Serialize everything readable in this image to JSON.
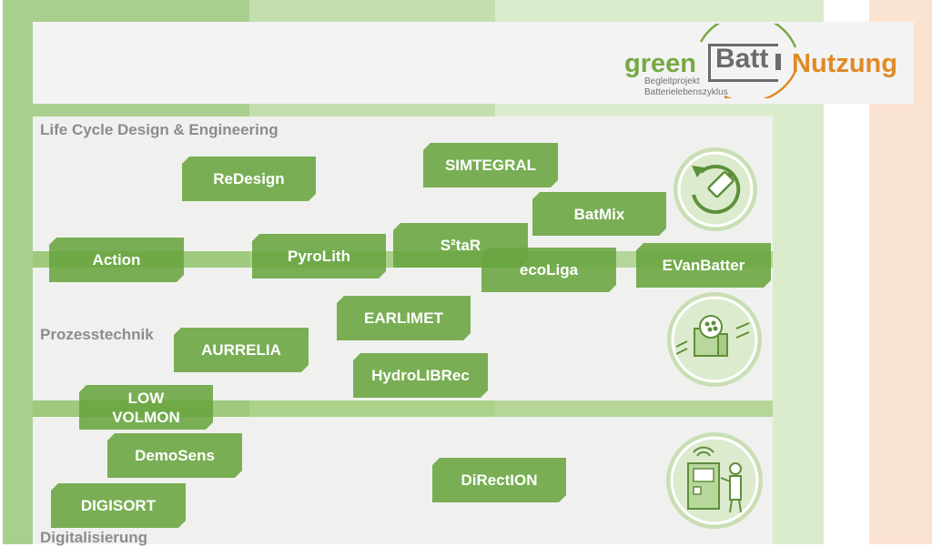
{
  "logo": {
    "word_green": "green",
    "word_batt": "Batt",
    "word_nutzung": "Nutzung",
    "subtitle_line1": "Begleitprojekt",
    "subtitle_line2": "Batterielebenszyklus"
  },
  "sections": {
    "lifecycle": "Life Cycle Design & Engineering",
    "process": "Prozesstechnik",
    "digital": "Digitalisierung"
  },
  "projects": {
    "redesign": "ReDesign",
    "simtegral": "SIMTEGRAL",
    "batmix": "BatMix",
    "action": "Action",
    "pyrolith": "PyroLith",
    "s2tar": "S²taR",
    "ecoliga": "ecoLiga",
    "evanbatter": "EVanBatter",
    "earlimet": "EARLIMET",
    "aurrelia": "AURRELIA",
    "hydrolibrec": "HydroLIBRec",
    "lowvolmon_line1": "LOW",
    "lowvolmon_line2": "VOLMON",
    "demosens": "DemoSens",
    "digisort": "DIGISORT",
    "direction": "DiRectION"
  },
  "icons": {
    "lifecycle": "battery-recycle-icon",
    "process": "process-machine-icon",
    "digital": "digital-worker-icon"
  },
  "colors": {
    "chip_green": "#68a43f",
    "band_green": "#97c470",
    "logo_green": "#77a844",
    "logo_orange": "#e08a26",
    "stripe_dark": "#a9cf8e",
    "stripe_mid": "#c4dfae",
    "stripe_light": "#dbeccd",
    "stripe_peach": "#fbe3d2"
  }
}
